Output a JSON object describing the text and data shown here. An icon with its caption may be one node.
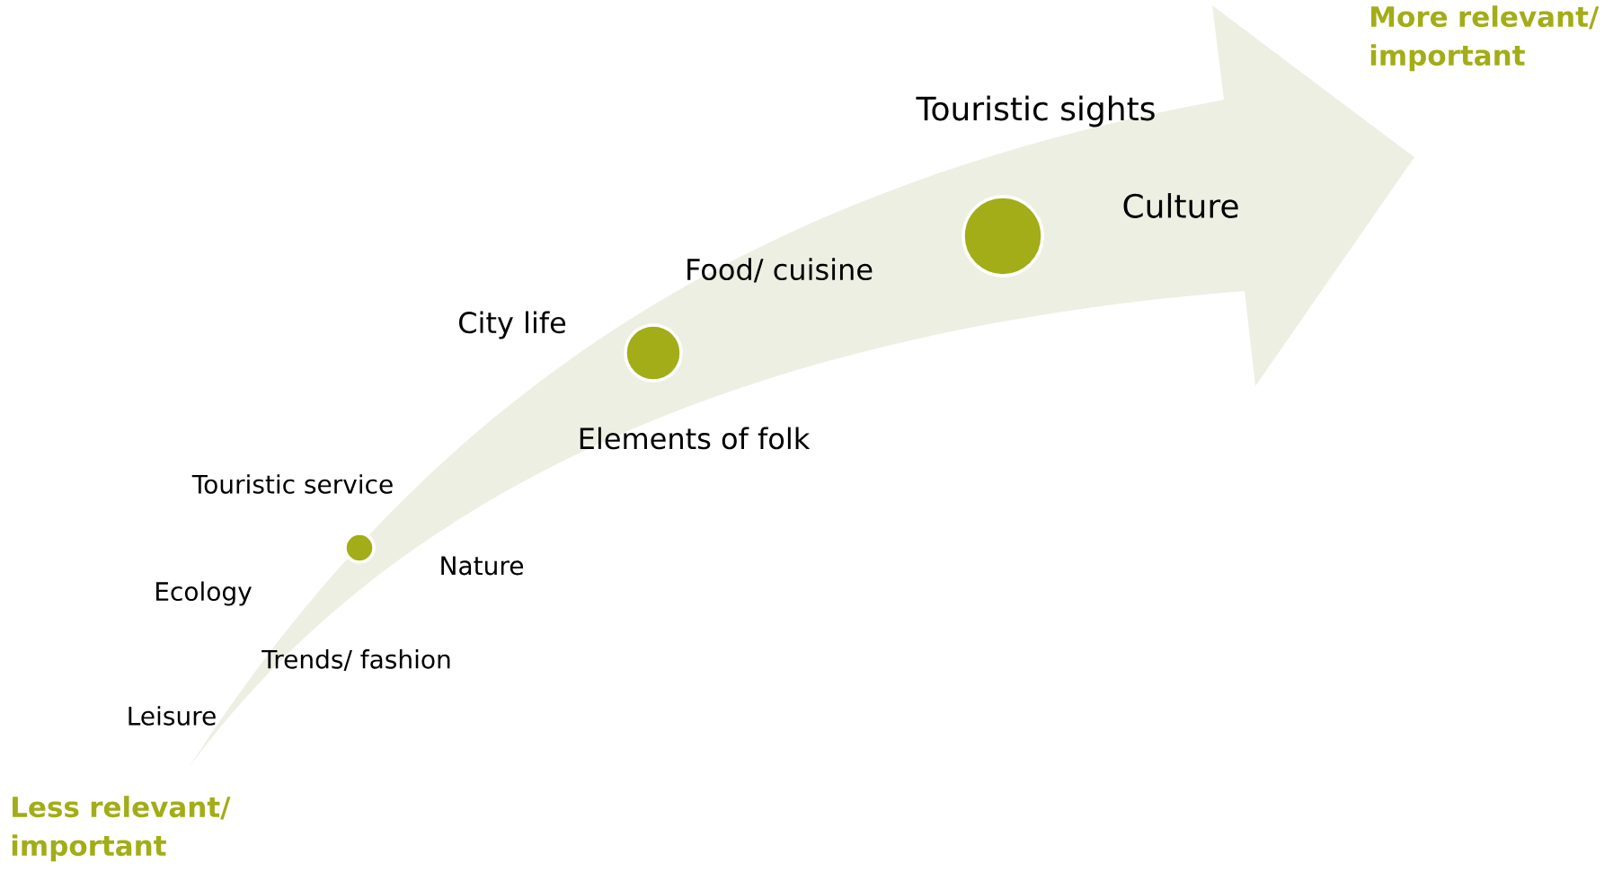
{
  "diagram": {
    "nodes": [
      {
        "text": [],
        "shape": "circle"
      },
      {
        "text": [],
        "shape": "circle"
      },
      {
        "text": [],
        "shape": "circle"
      }
    ],
    "labels": [
      "More relevant/ important",
      "Touristic sights",
      "Culture",
      "Food/ cuisine",
      "City life",
      "Elements of folk",
      "Touristic service",
      "Nature",
      "Ecology",
      "Trends/ fashion",
      "Leisure",
      "Less relevant/ important"
    ]
  }
}
